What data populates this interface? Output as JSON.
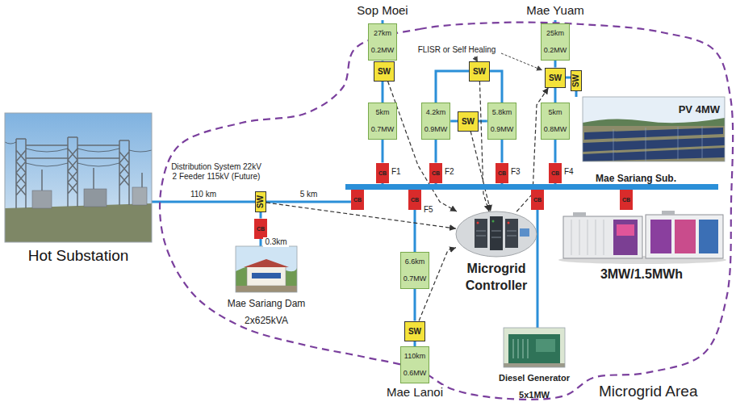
{
  "diagram": {
    "nodes": [
      {
        "text": [
          "Microgrid Area"
        ]
      },
      {
        "text": [
          "27km 0.2MW"
        ],
        "in": 0
      },
      {
        "text": [
          "25km 0.2MW"
        ],
        "in": 0
      },
      {
        "text": [
          "SW"
        ],
        "in": 0
      },
      {
        "text": [
          "SW"
        ],
        "in": 0
      },
      {
        "text": [
          "SW"
        ],
        "in": 0
      },
      {
        "text": [
          "SW"
        ],
        "in": 0
      },
      {
        "text": [
          "PV 4MW"
        ],
        "in": 0
      },
      {
        "text": [
          "SW"
        ],
        "in": 0
      },
      {
        "text": [
          "5km 0.7MW"
        ],
        "in": 0
      },
      {
        "text": [
          "4.2km 0.9MW"
        ],
        "in": 0
      },
      {
        "text": [
          "5.8km 0.9MW"
        ],
        "in": 0
      },
      {
        "text": [
          "5km 0.8MW"
        ],
        "in": 0
      },
      {
        "text": [
          "CB"
        ],
        "in": 0
      },
      {
        "text": [
          "CB"
        ],
        "in": 0
      },
      {
        "text": [
          "CB"
        ],
        "in": 0
      },
      {
        "text": [
          "CB"
        ],
        "in": 0
      },
      {
        "text": [
          "Mae Sariang Sub."
        ],
        "in": 0
      },
      {
        "text": [
          "Hot Substation"
        ]
      },
      {
        "text": [
          "SW"
        ],
        "in": 0
      },
      {
        "text": [
          "CB"
        ],
        "in": 0
      },
      {
        "text": [
          "CB"
        ],
        "in": 0
      },
      {
        "text": [
          "CB"
        ],
        "in": 0
      },
      {
        "text": [
          "CB"
        ],
        "in": 0
      },
      {
        "text": [
          "CB"
        ],
        "in": 0
      },
      {
        "text": [
          "Microgrid Controller"
        ],
        "in": 0
      },
      {
        "text": [
          "3MW/1.5MWh"
        ],
        "in": 0
      },
      {
        "text": [
          "Mae Sariang Dam",
          "2x625kVA"
        ],
        "in": 0
      },
      {
        "text": [
          "6.6km 0.7MW"
        ],
        "in": 0
      },
      {
        "text": [
          "SW"
        ],
        "in": 0
      },
      {
        "text": [
          "Diesel Generator",
          "5x1MW"
        ],
        "in": 0
      },
      {
        "text": [
          "110km 0.6MW"
        ],
        "in": 0
      }
    ],
    "edges": [
      {
        "from": 1,
        "to": 3,
        "arrow": "none"
      },
      {
        "from": 3,
        "to": 9,
        "arrow": "none"
      },
      {
        "from": 9,
        "to": 13,
        "arrow": "none"
      },
      {
        "from": 13,
        "to": 17,
        "arrow": "none"
      },
      {
        "from": 2,
        "to": 5,
        "arrow": "none"
      },
      {
        "from": 5,
        "to": 6,
        "arrow": "none"
      },
      {
        "from": 6,
        "to": 7,
        "arrow": "none"
      },
      {
        "from": 5,
        "to": 12,
        "arrow": "none"
      },
      {
        "from": 12,
        "to": 16,
        "arrow": "none"
      },
      {
        "from": 16,
        "to": 17,
        "arrow": "none"
      },
      {
        "from": 10,
        "to": 4,
        "arrow": "none"
      },
      {
        "from": 4,
        "to": 11,
        "arrow": "none"
      },
      {
        "from": 10,
        "to": 8,
        "arrow": "none"
      },
      {
        "from": 8,
        "to": 11,
        "arrow": "none"
      },
      {
        "from": 10,
        "to": 14,
        "arrow": "none"
      },
      {
        "from": 11,
        "to": 15,
        "arrow": "none"
      },
      {
        "from": 14,
        "to": 17,
        "arrow": "none"
      },
      {
        "from": 15,
        "to": 17,
        "arrow": "none"
      },
      {
        "from": 18,
        "to": 19,
        "label": "110 km",
        "arrow": "none"
      },
      {
        "from": 19,
        "to": 20,
        "label": "5 km",
        "arrow": "none"
      },
      {
        "from": 20,
        "to": 17,
        "arrow": "none"
      },
      {
        "from": 19,
        "to": 24,
        "arrow": "none"
      },
      {
        "from": 24,
        "to": 27,
        "label": "0.3km",
        "arrow": "none"
      },
      {
        "from": 21,
        "to": 17,
        "arrow": "none"
      },
      {
        "from": 21,
        "to": 28,
        "arrow": "none"
      },
      {
        "from": 28,
        "to": 29,
        "arrow": "none"
      },
      {
        "from": 29,
        "to": 31,
        "arrow": "none"
      },
      {
        "from": 22,
        "to": 17,
        "arrow": "none"
      },
      {
        "from": 22,
        "to": 30,
        "arrow": "none"
      },
      {
        "from": 23,
        "to": 17,
        "arrow": "none"
      },
      {
        "from": 3,
        "to": 25,
        "arrow": "to"
      },
      {
        "from": 4,
        "to": 25,
        "arrow": "to"
      },
      {
        "from": 8,
        "to": 25,
        "arrow": "to"
      },
      {
        "from": 25,
        "to": 5,
        "arrow": "to"
      },
      {
        "from": 19,
        "to": 25,
        "arrow": "to"
      },
      {
        "from": 29,
        "to": 25,
        "arrow": "to"
      }
    ],
    "labels": [
      "Sop Moei",
      "Mae Yuam",
      "FLISR or Self Healing",
      "F1",
      "F2",
      "F3",
      "F4",
      "Distribution System 22kV 2 Feeder 115kV (Future)",
      "F5",
      "Mae Lanoi"
    ]
  }
}
